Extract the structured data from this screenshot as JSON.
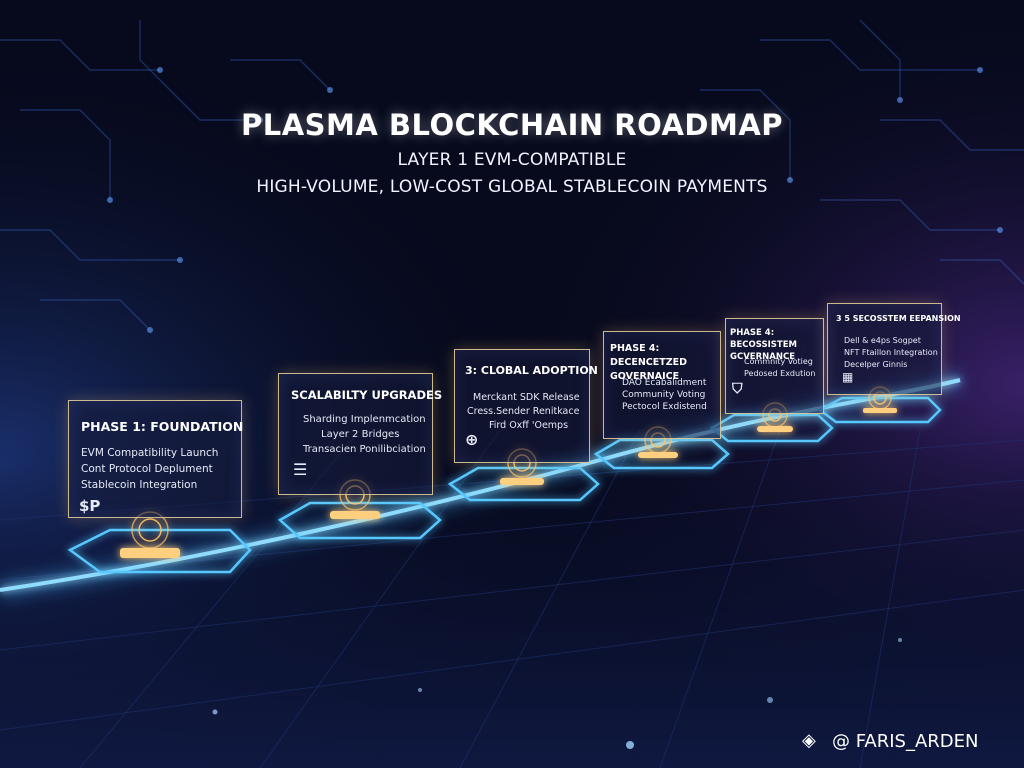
{
  "header": {
    "title": "PLASMA BLOCKCHAIN ROADMAP",
    "subtitle_1": "LAYER 1 EVM-COMPATIBLE",
    "subtitle_2": "HIGH-VOLUME, LOW-COST GLOBAL STABLECOIN PAYMENTS"
  },
  "phases": [
    {
      "title": "PHASE 1: FOUNDATION",
      "lines": [
        "EVM Compatibility Launch",
        "Cont Protocol Deplument",
        "Stablecoin Integration"
      ],
      "icon": "dollar-p-icon",
      "icon_text": "$P"
    },
    {
      "title": "SCALABILTY UPGRADES",
      "lines": [
        "Sharding Implenmcation",
        "Layer 2 Bridges",
        "Transacien Ponilibciation"
      ],
      "icon": "stack-icon",
      "icon_text": "☰"
    },
    {
      "title": "3: CLOBAL ADOPTION",
      "lines": [
        "Merckant SDK Release",
        "Cress.Sender Renitkace",
        "Fird Oxff 'Oemps"
      ],
      "icon": "globe-icon",
      "icon_text": "⊕"
    },
    {
      "title": "PHASE 4: DECENCETZED GOVERNAICE",
      "lines": [
        "DAO Ecabalidment",
        "Community Voting",
        "Pectocol Exdistend"
      ]
    },
    {
      "title": "PHASE 4: BECOSSISTEM GCVERNANCE",
      "lines": [
        "Commnity Votieg",
        "Pedosed Exdution"
      ],
      "icon": "shield-icon",
      "icon_text": "⛉"
    },
    {
      "title": "3 5 SECOSSTEM EEPANSION",
      "lines": [
        "Dell & e4ps Sogpet",
        "NFT Ftaillon Integration",
        "Decelper Ginnis"
      ],
      "icon": "apps-icon",
      "icon_text": "▦"
    }
  ],
  "watermark": {
    "icon": "binance-icon",
    "icon_text": "◈",
    "text": "@ FARIS_ARDEN"
  },
  "colors": {
    "background": "#070a1d",
    "accent_cyan": "#43b8ff",
    "accent_gold": "#ffc36a",
    "panel_border": "#ecd6a0"
  }
}
